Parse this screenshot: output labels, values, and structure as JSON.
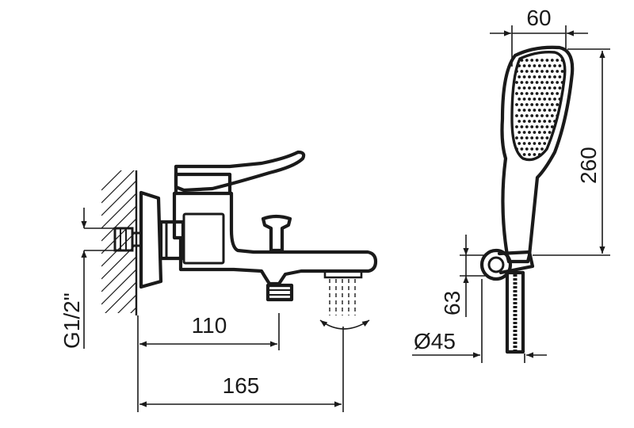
{
  "dimensions": {
    "shower_width": "60",
    "shower_length": "260",
    "holder_offset": "63",
    "holder_diameter": "Ø45",
    "thread": "G1/2\"",
    "spout_offset": "110",
    "total_length": "165"
  },
  "colors": {
    "ink": "#1a1a1a",
    "background": "#ffffff"
  }
}
